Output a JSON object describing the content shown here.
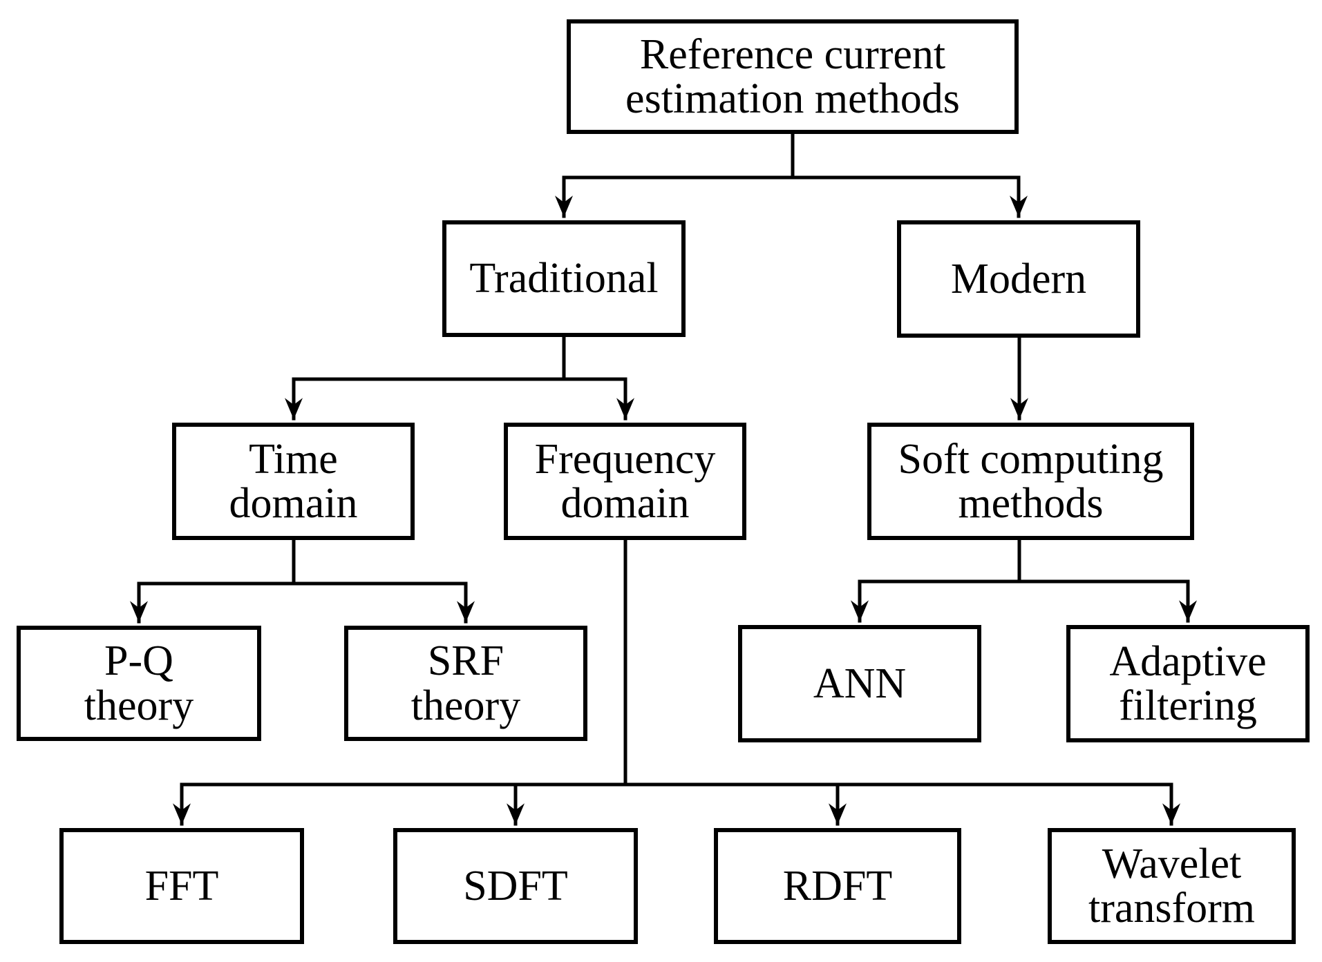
{
  "diagram": {
    "type": "tree-flowchart",
    "colors": {
      "line": "#000000",
      "background": "#ffffff",
      "text": "#000000"
    },
    "nodes": {
      "root": {
        "label": "Reference current\nestimation methods"
      },
      "traditional": {
        "label": "Traditional"
      },
      "modern": {
        "label": "Modern"
      },
      "time_domain": {
        "label": "Time\ndomain"
      },
      "frequency_domain": {
        "label": "Frequency\ndomain"
      },
      "soft_computing": {
        "label": "Soft computing\nmethods"
      },
      "pq_theory": {
        "label": "P-Q\ntheory"
      },
      "srf_theory": {
        "label": "SRF\ntheory"
      },
      "ann": {
        "label": "ANN"
      },
      "adaptive_filtering": {
        "label": "Adaptive\nfiltering"
      },
      "fft": {
        "label": "FFT"
      },
      "sdft": {
        "label": "SDFT"
      },
      "rdft": {
        "label": "RDFT"
      },
      "wavelet_transform": {
        "label": "Wavelet\ntransform"
      }
    },
    "edges": [
      {
        "from": "root",
        "to": "traditional"
      },
      {
        "from": "root",
        "to": "modern"
      },
      {
        "from": "traditional",
        "to": "time_domain"
      },
      {
        "from": "traditional",
        "to": "frequency_domain"
      },
      {
        "from": "modern",
        "to": "soft_computing"
      },
      {
        "from": "time_domain",
        "to": "pq_theory"
      },
      {
        "from": "time_domain",
        "to": "srf_theory"
      },
      {
        "from": "soft_computing",
        "to": "ann"
      },
      {
        "from": "soft_computing",
        "to": "adaptive_filtering"
      },
      {
        "from": "frequency_domain",
        "to": "fft"
      },
      {
        "from": "frequency_domain",
        "to": "sdft"
      },
      {
        "from": "frequency_domain",
        "to": "rdft"
      },
      {
        "from": "frequency_domain",
        "to": "wavelet_transform"
      }
    ]
  }
}
